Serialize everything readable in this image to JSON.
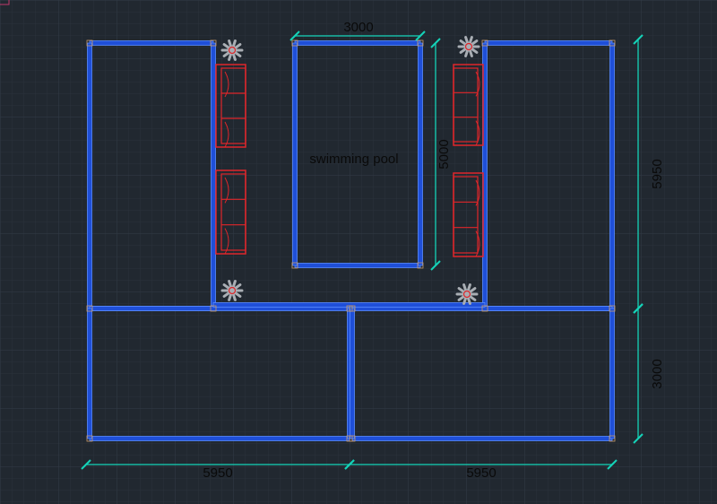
{
  "colors": {
    "background": "#212830",
    "grid_minor": "#2a323b",
    "grid_major": "#303a44",
    "wall_fill": "#1f4fd8",
    "wall_edge": "#5b8cff",
    "dimension": "#14d3b8",
    "furniture": "#e0262a",
    "plant": "#a9aeb4",
    "text": "#0a0a0a"
  },
  "labels": {
    "pool": "swimming pool"
  },
  "dimensions": {
    "pool_width": "3000",
    "pool_length": "5000",
    "right_upper": "5950",
    "right_lower": "3000",
    "bottom_left": "5950",
    "bottom_right": "5950"
  },
  "icons": {
    "sofa": "sofa-icon",
    "plant": "potted-plant-icon"
  }
}
